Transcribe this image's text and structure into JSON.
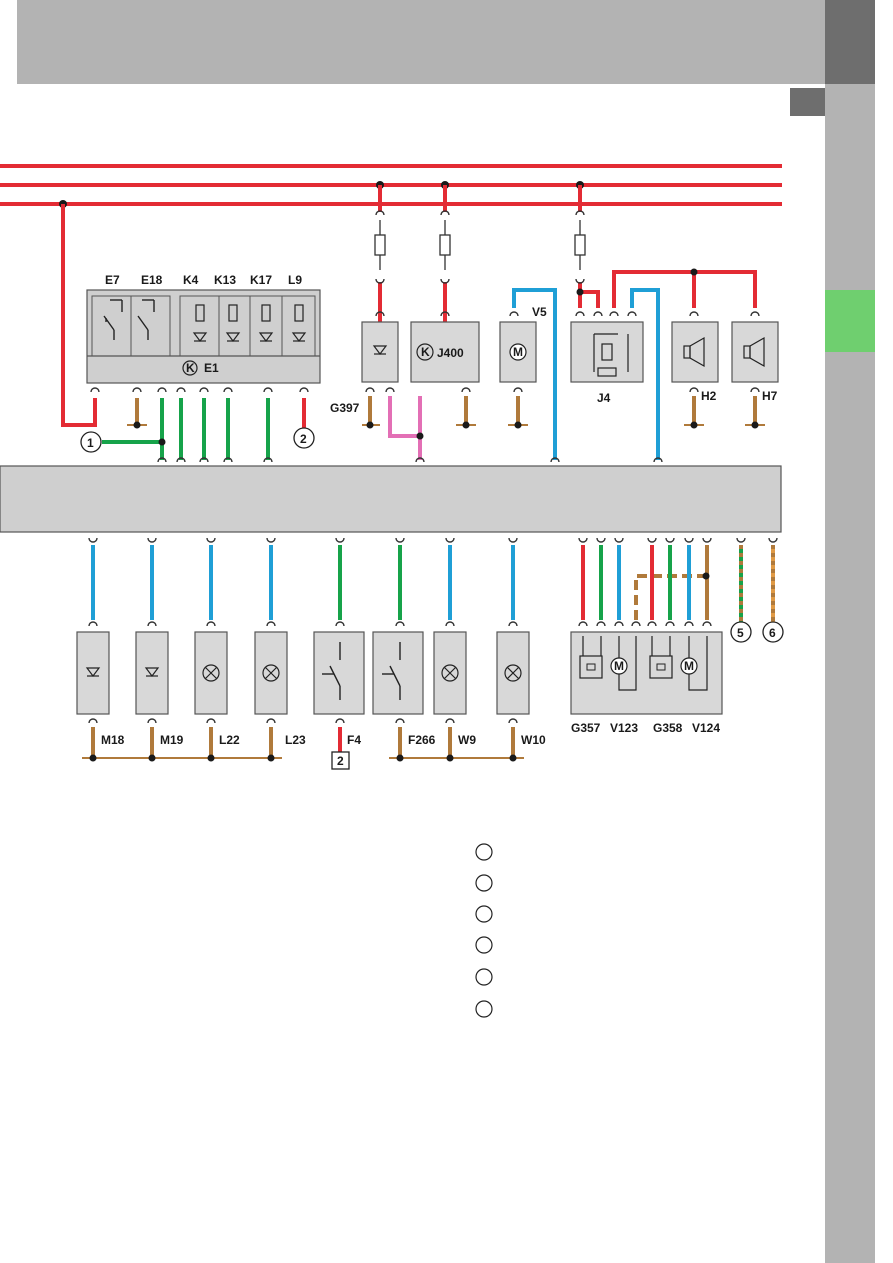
{
  "colors": {
    "red": "#e32b34",
    "green": "#16a34a",
    "blue": "#1f9fd6",
    "brown": "#b07a3b",
    "pink": "#e36fb5",
    "orange_dashed": "#b5782f",
    "module_fill": "#cfcfcf",
    "box_fill": "#d8d8d8",
    "accent_tab": "#6fcf6f"
  },
  "e1_module": {
    "name": "E1",
    "sub_labels": [
      "E7",
      "E18",
      "K4",
      "K13",
      "K17",
      "L9"
    ]
  },
  "components": {
    "g397": "G397",
    "j400": "J400",
    "v5": "V5",
    "j4": "J4",
    "h2": "H2",
    "h7": "H7",
    "m18": "M18",
    "m19": "M19",
    "l22": "L22",
    "l23": "L23",
    "f4": "F4",
    "f266": "F266",
    "w9": "W9",
    "w10": "W10",
    "wiper_group": [
      "G357",
      "V123",
      "G358",
      "V124"
    ]
  },
  "connectors": {
    "c1": "1",
    "c2": "2",
    "c5": "5",
    "c6": "6",
    "ref_box": "2"
  },
  "symbols": {
    "e1_symbol": "K",
    "j400_symbol": "K",
    "motor_symbol": "M"
  },
  "legend": {
    "items": [
      "",
      "",
      "",
      "",
      "",
      ""
    ]
  }
}
